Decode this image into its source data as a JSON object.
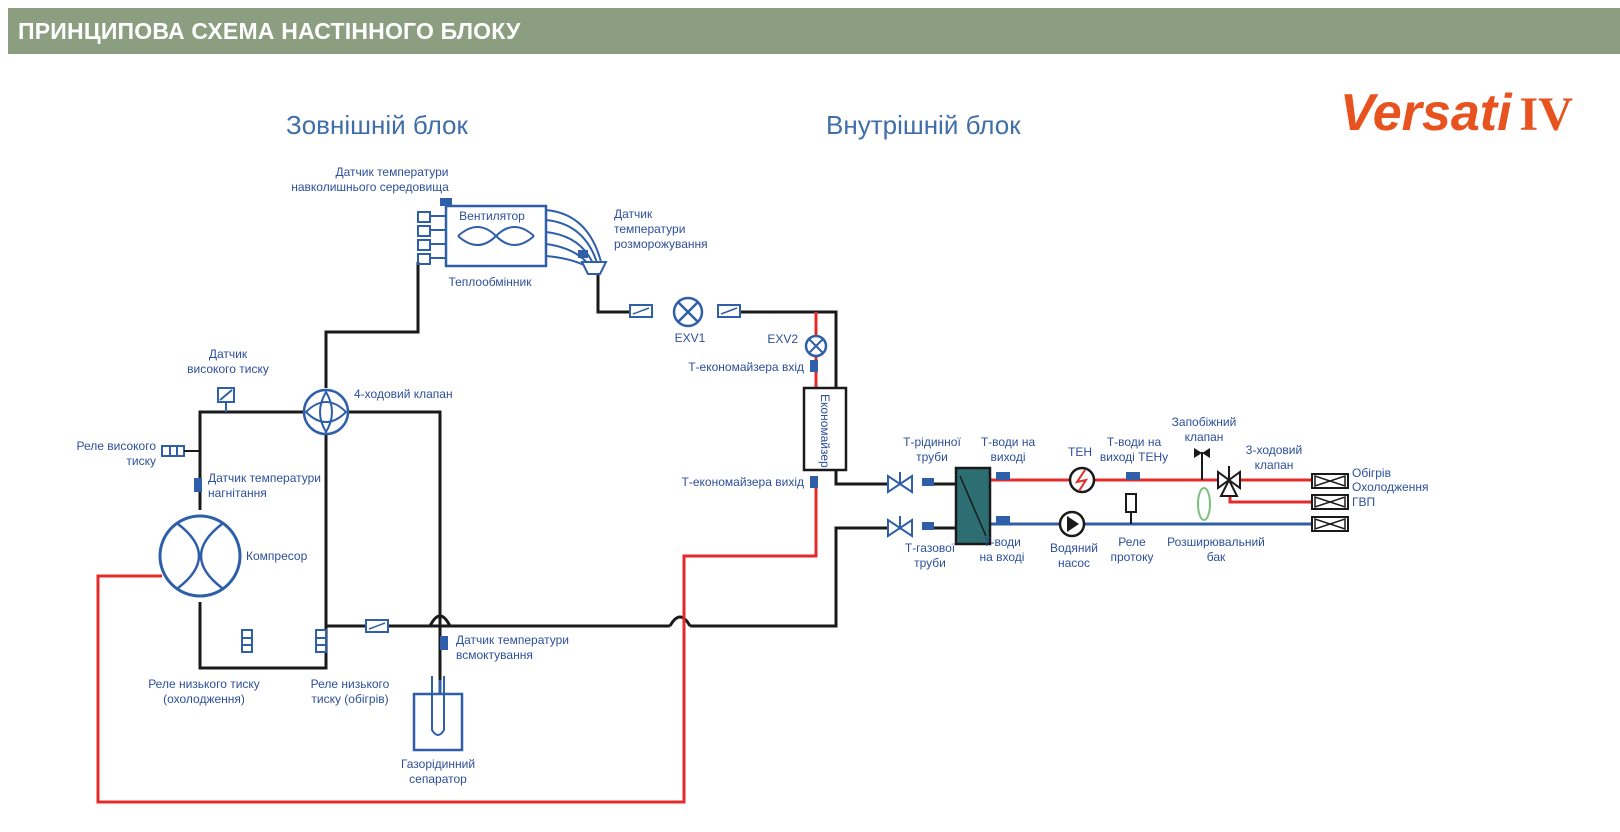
{
  "header": {
    "title": "ПРИНЦИПОВА СХЕМА НАСТІННОГО БЛОКУ"
  },
  "logo": {
    "text": "Versati",
    "suffix": "IV",
    "color": "#e8521f"
  },
  "sections": {
    "outdoor": "Зовнішній блок",
    "indoor": "Внутрішній блок"
  },
  "colors": {
    "header_bg": "#8b9f80",
    "pipe_black": "#1a1a1a",
    "pipe_red": "#e32b2b",
    "pipe_blue": "#2f5fa8",
    "label": "#2d4f9b"
  },
  "labels": {
    "ambient_sensor_1": "Датчик температури",
    "ambient_sensor_2": "навколишнього середовища",
    "fan": "Вентилятор",
    "heat_exchanger": "Теплообмінник",
    "defrost_sensor_1": "Датчик",
    "defrost_sensor_2": "температури",
    "defrost_sensor_3": "розморожування",
    "exv1": "EXV1",
    "exv2": "EXV2",
    "econ_in": "Т-економайзера вхід",
    "econ_out": "Т-економайзера вихід",
    "economizer": "Економайзер",
    "high_p_sensor_1": "Датчик",
    "high_p_sensor_2": "високого тиску",
    "four_way": "4-ходовий клапан",
    "high_p_relay_1": "Реле високого",
    "high_p_relay_2": "тиску",
    "discharge_1": "Датчик температури",
    "discharge_2": "нагнітання",
    "compressor": "Компресор",
    "low_p_cool_1": "Реле низького тиску",
    "low_p_cool_2": "(охолодження)",
    "low_p_heat_1": "Реле низького",
    "low_p_heat_2": "тиску (обігрів)",
    "suction_1": "Датчик температури",
    "suction_2": "всмоктування",
    "separator_1": "Газорідинний",
    "separator_2": "сепаратор",
    "liquid_pipe_1": "Т-рідинної",
    "liquid_pipe_2": "труби",
    "gas_pipe_1": "Т-газової",
    "gas_pipe_2": "труби",
    "water_out_1": "Т-води на",
    "water_out_2": "виході",
    "water_in_1": "Т-води",
    "water_in_2": "на вході",
    "heater": "ТЕН",
    "heater_out_1": "Т-води на",
    "heater_out_2": "виході ТЕНу",
    "pump_1": "Водяний",
    "pump_2": "насос",
    "flow_relay_1": "Реле",
    "flow_relay_2": "протоку",
    "safety_1": "Запобіжний",
    "safety_2": "клапан",
    "three_way_1": "3-ходовий",
    "three_way_2": "клапан",
    "expansion_1": "Розширювальний",
    "expansion_2": "бак",
    "heating": "Обігрів",
    "cooling": "Охолодження",
    "dhw": "ГВП"
  }
}
